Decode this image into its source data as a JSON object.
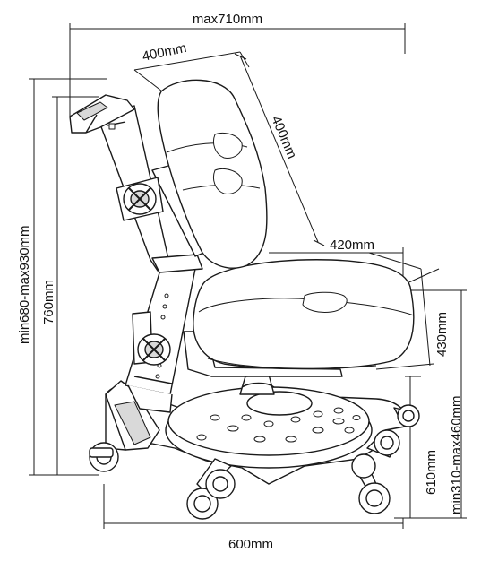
{
  "dimensions": {
    "total_width": "max710mm",
    "backrest_width": "400mm",
    "backrest_height": "400mm",
    "seat_depth": "420mm",
    "seat_width": "430mm",
    "total_height_range": "min680-max930mm",
    "backrest_top_height": "760mm",
    "seat_height_range": "min310-max460mm",
    "base_width": "610mm",
    "base_length": "600mm"
  },
  "colors": {
    "line": "#1a1a1a",
    "fill": "#ffffff",
    "shade": "#d9d9d9"
  }
}
